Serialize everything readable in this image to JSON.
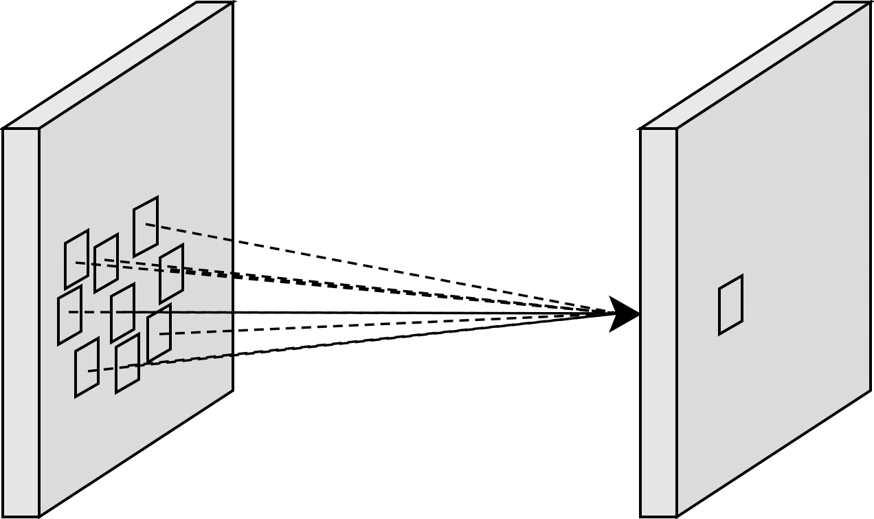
{
  "diagram": {
    "kind": "input-to-output-feature-map-connection",
    "colors": {
      "plane_fill": "#dcdcdc",
      "plane_side": "#e6e6e6",
      "plane_top": "#e9e9e9",
      "stroke": "#000000",
      "background": "#ffffff"
    },
    "planes": [
      {
        "role": "input-plane",
        "patch_count": 9
      },
      {
        "role": "output-plane",
        "patch_count": 1
      }
    ],
    "connections": {
      "style": "dashed",
      "count": 9,
      "converge_to": "single-output-patch"
    },
    "arrow": {
      "style": "filled-triangle"
    }
  }
}
